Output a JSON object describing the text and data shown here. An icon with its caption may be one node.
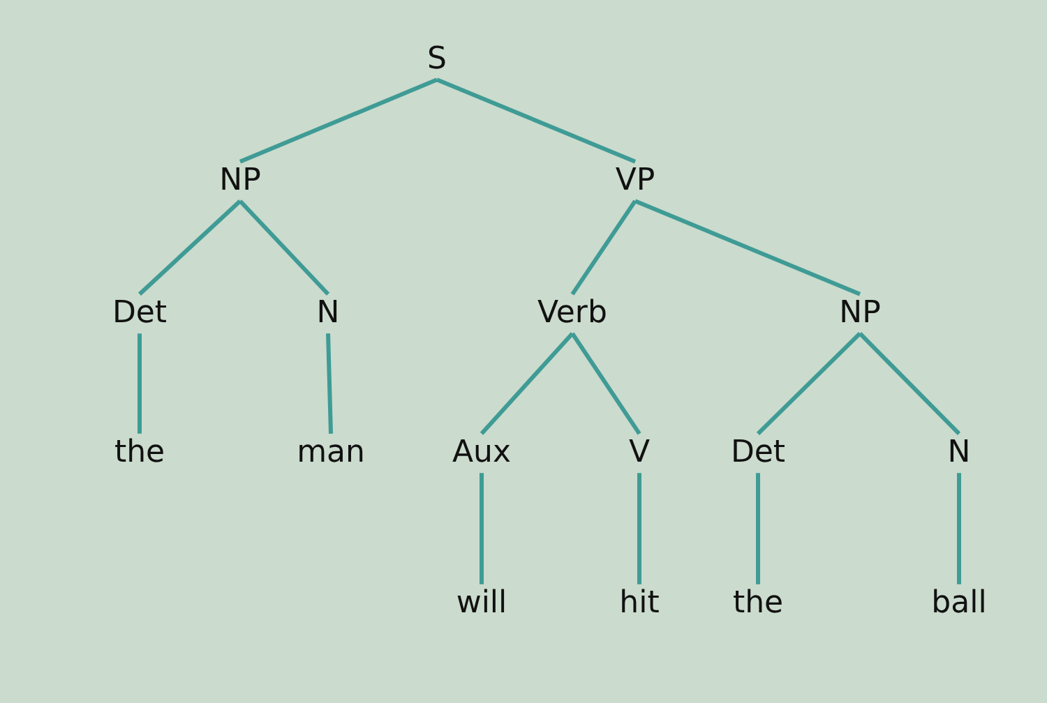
{
  "diagram": {
    "nodes": [
      {
        "text": [
          "S"
        ]
      },
      {
        "text": [
          "NP"
        ]
      },
      {
        "text": [
          "VP"
        ]
      },
      {
        "text": [
          "Det"
        ]
      },
      {
        "text": [
          "N"
        ]
      },
      {
        "text": [
          "Verb"
        ]
      },
      {
        "text": [
          "NP"
        ]
      },
      {
        "text": [
          "the"
        ]
      },
      {
        "text": [
          "man"
        ]
      },
      {
        "text": [
          "Aux"
        ]
      },
      {
        "text": [
          "V"
        ]
      },
      {
        "text": [
          "Det"
        ]
      },
      {
        "text": [
          "N"
        ]
      },
      {
        "text": [
          "will"
        ]
      },
      {
        "text": [
          "hit"
        ]
      },
      {
        "text": [
          "the"
        ]
      },
      {
        "text": [
          "ball"
        ]
      }
    ],
    "edges": [
      {
        "from": 0,
        "to": 1,
        "arrow": "none"
      },
      {
        "from": 0,
        "to": 2,
        "arrow": "none"
      },
      {
        "from": 1,
        "to": 3,
        "arrow": "none"
      },
      {
        "from": 1,
        "to": 4,
        "arrow": "none"
      },
      {
        "from": 2,
        "to": 5,
        "arrow": "none"
      },
      {
        "from": 2,
        "to": 6,
        "arrow": "none"
      },
      {
        "from": 3,
        "to": 7,
        "arrow": "none"
      },
      {
        "from": 4,
        "to": 8,
        "arrow": "none"
      },
      {
        "from": 5,
        "to": 9,
        "arrow": "none"
      },
      {
        "from": 5,
        "to": 10,
        "arrow": "none"
      },
      {
        "from": 6,
        "to": 11,
        "arrow": "none"
      },
      {
        "from": 6,
        "to": 12,
        "arrow": "none"
      },
      {
        "from": 9,
        "to": 13,
        "arrow": "none"
      },
      {
        "from": 10,
        "to": 14,
        "arrow": "none"
      },
      {
        "from": 11,
        "to": 15,
        "arrow": "none"
      },
      {
        "from": 12,
        "to": 16,
        "arrow": "none"
      }
    ]
  }
}
